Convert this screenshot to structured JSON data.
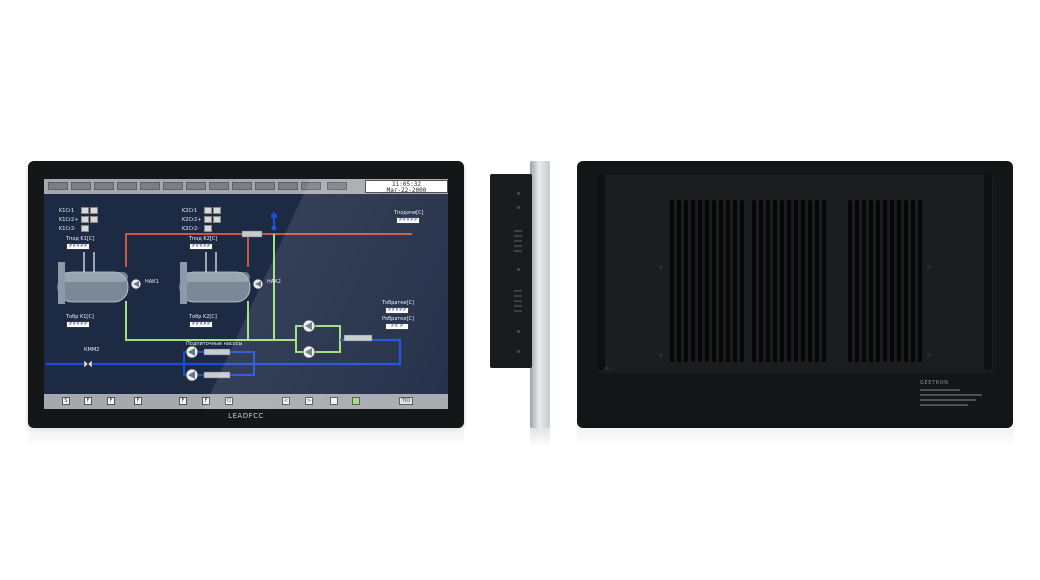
{
  "scada": {
    "clock_time": "11:05:32",
    "clock_date": "Mar-22-2000",
    "k1": {
      "labels": [
        "K1Cr1",
        "K1Cr2+",
        "K1Cr2-"
      ],
      "t_label": "Тпод K1[C]",
      "b_label": "Тобр K1[C]",
      "t_value": "#####",
      "b_value": "#####",
      "pump_label": "НАК1"
    },
    "k2": {
      "labels": [
        "K2Cr1",
        "K2Cr2+",
        "K2Cr2-"
      ],
      "t_label": "Тпод K2[C]",
      "b_label": "Тобр K2[C]",
      "t_value": "#####",
      "b_value": "#####",
      "pump_label": "НАК2"
    },
    "t_supply_label": "Тподачи[C]",
    "t_supply_value": "#####",
    "t_return_label": "Тобратки[C]",
    "t_return_value": "#####",
    "p_return_label": "Робратки[C]",
    "p_return_value": "##.#",
    "valve_label": "КММ2",
    "feed_pumps_label": "Подпиточные насосы",
    "bottom_buttons": [
      "S",
      "F",
      "F",
      "F",
      "F",
      "F",
      "Q",
      "<",
      ">",
      "",
      ""
    ],
    "bottom_right_button": "TIO"
  },
  "front_brand": "LEADFCC",
  "back_label": "GEETRON",
  "colors": {
    "screen_bg": "#1d2a44",
    "supply_pipe": "#c9583f",
    "return_pipe": "#1c4fd8",
    "feed_pipe": "#9be07a"
  },
  "icons": {
    "valve": "valve-icon",
    "pump": "pump-icon",
    "tank": "boiler-tank-icon"
  }
}
